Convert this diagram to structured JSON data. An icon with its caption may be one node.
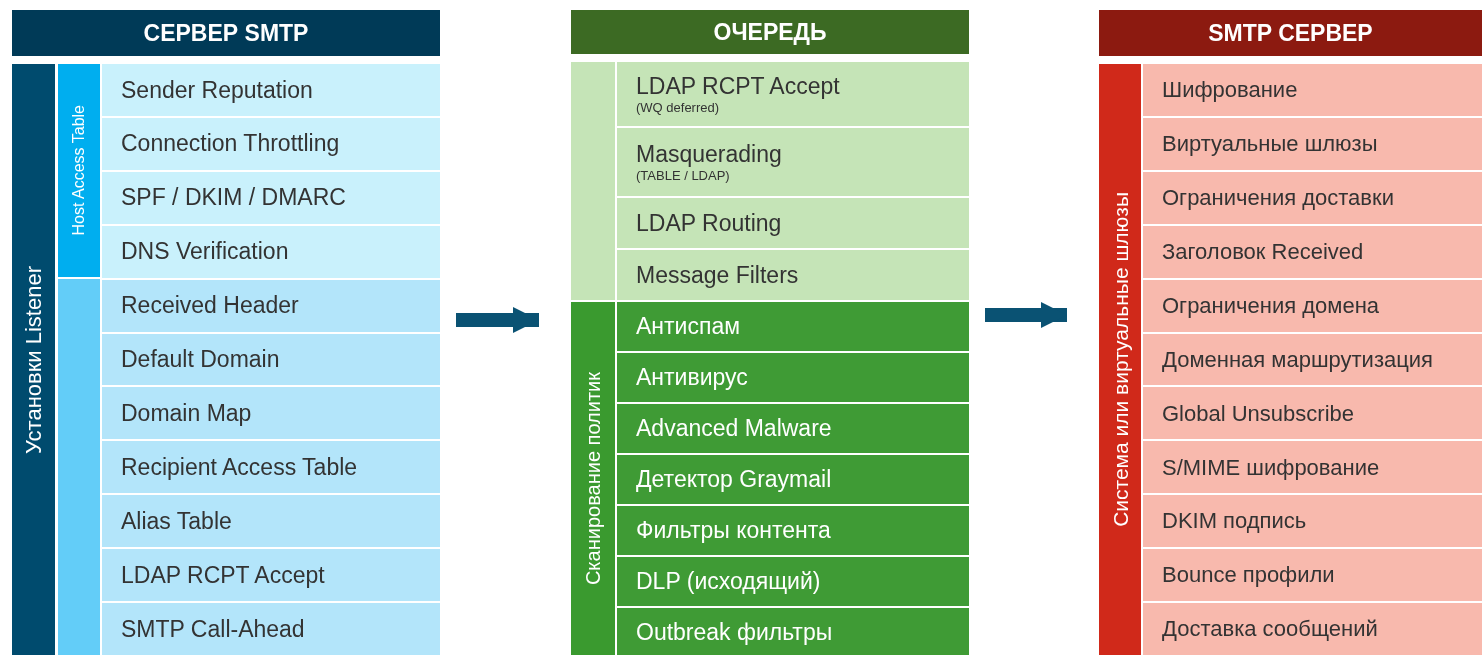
{
  "diagram": {
    "nodes": [
      {
        "text": [
          "СЕРВЕР SMTP"
        ]
      },
      {
        "text": [
          "Установки Listener"
        ],
        "in": 0
      },
      {
        "text": [
          "Host Access Table"
        ],
        "in": 0
      },
      {
        "text": [
          "Sender Reputation"
        ],
        "in": 0
      },
      {
        "text": [
          "Connection Throttling"
        ],
        "in": 0
      },
      {
        "text": [
          "SPF / DKIM / DMARC"
        ],
        "in": 0
      },
      {
        "text": [
          "DNS Verification"
        ],
        "in": 0
      },
      {
        "text": [
          "Received Header"
        ],
        "in": 0
      },
      {
        "text": [
          "Default Domain"
        ],
        "in": 0
      },
      {
        "text": [
          "Domain Map"
        ],
        "in": 0
      },
      {
        "text": [
          "Recipient Access Table"
        ],
        "in": 0
      },
      {
        "text": [
          "Alias Table"
        ],
        "in": 0
      },
      {
        "text": [
          "LDAP RCPT Accept"
        ],
        "in": 0
      },
      {
        "text": [
          "SMTP Call-Ahead"
        ],
        "in": 0
      },
      {
        "text": [
          "ОЧЕРЕДЬ"
        ]
      },
      {
        "text": [
          "Сканирование политик"
        ],
        "in": 14
      },
      {
        "text": [
          "LDAP RCPT Accept",
          "(WQ deferred)"
        ],
        "in": 14
      },
      {
        "text": [
          "Masquerading",
          "(TABLE / LDAP)"
        ],
        "in": 14
      },
      {
        "text": [
          "LDAP Routing"
        ],
        "in": 14
      },
      {
        "text": [
          "Message Filters"
        ],
        "in": 14
      },
      {
        "text": [
          "Антиспам"
        ],
        "in": 14
      },
      {
        "text": [
          "Антивирус"
        ],
        "in": 14
      },
      {
        "text": [
          "Advanced Malware"
        ],
        "in": 14
      },
      {
        "text": [
          "Детектор Graymail"
        ],
        "in": 14
      },
      {
        "text": [
          "Фильтры контента"
        ],
        "in": 14
      },
      {
        "text": [
          "DLP (исходящий)"
        ],
        "in": 14
      },
      {
        "text": [
          "Outbreak фильтры"
        ],
        "in": 14
      },
      {
        "text": [
          "SMTP СЕРВЕР"
        ]
      },
      {
        "text": [
          "Система или виртуальные шлюзы"
        ],
        "in": 27
      },
      {
        "text": [
          "Шифрование"
        ],
        "in": 27
      },
      {
        "text": [
          "Виртуальные шлюзы"
        ],
        "in": 27
      },
      {
        "text": [
          "Ограничения доставки"
        ],
        "in": 27
      },
      {
        "text": [
          "Заголовок Received"
        ],
        "in": 27
      },
      {
        "text": [
          "Ограничения домена"
        ],
        "in": 27
      },
      {
        "text": [
          "Доменная маршрутизация"
        ],
        "in": 27
      },
      {
        "text": [
          "Global Unsubscribe"
        ],
        "in": 27
      },
      {
        "text": [
          "S/MIME шифрование"
        ],
        "in": 27
      },
      {
        "text": [
          "DKIM подпись"
        ],
        "in": 27
      },
      {
        "text": [
          "Bounce профили"
        ],
        "in": 27
      },
      {
        "text": [
          "Доставка сообщений"
        ],
        "in": 27
      },
      {
        "text": [],
        "shape": "bar",
        "in": 0
      },
      {
        "text": [],
        "shape": "bar",
        "in": 14
      }
    ],
    "edges": [
      {
        "from": 0,
        "to": 14,
        "arrow": "to"
      },
      {
        "from": 14,
        "to": 27,
        "arrow": "to"
      }
    ]
  }
}
